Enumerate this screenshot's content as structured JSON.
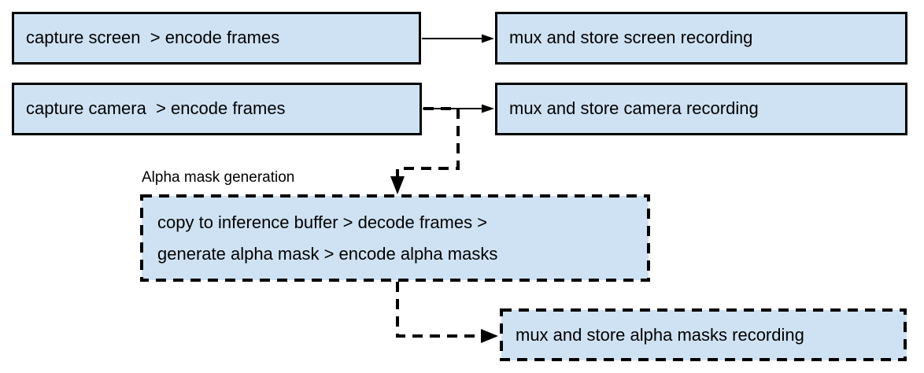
{
  "diagram": {
    "nodes": {
      "capture_screen": {
        "label": "capture screen  > encode frames"
      },
      "mux_screen": {
        "label": "mux and store screen recording"
      },
      "capture_camera": {
        "label": "capture camera  > encode frames"
      },
      "mux_camera": {
        "label": "mux and store camera recording"
      },
      "alpha_generation": {
        "line1": "copy to inference buffer > decode frames >",
        "line2": "generate alpha mask > encode alpha masks"
      },
      "mux_alpha": {
        "label": "mux and store alpha masks recording"
      }
    },
    "annotations": {
      "alpha_group_label": "Alpha mask generation"
    },
    "colors": {
      "node_fill": "#cfe2f3",
      "stroke": "#000000",
      "background": "#ffffff"
    }
  }
}
